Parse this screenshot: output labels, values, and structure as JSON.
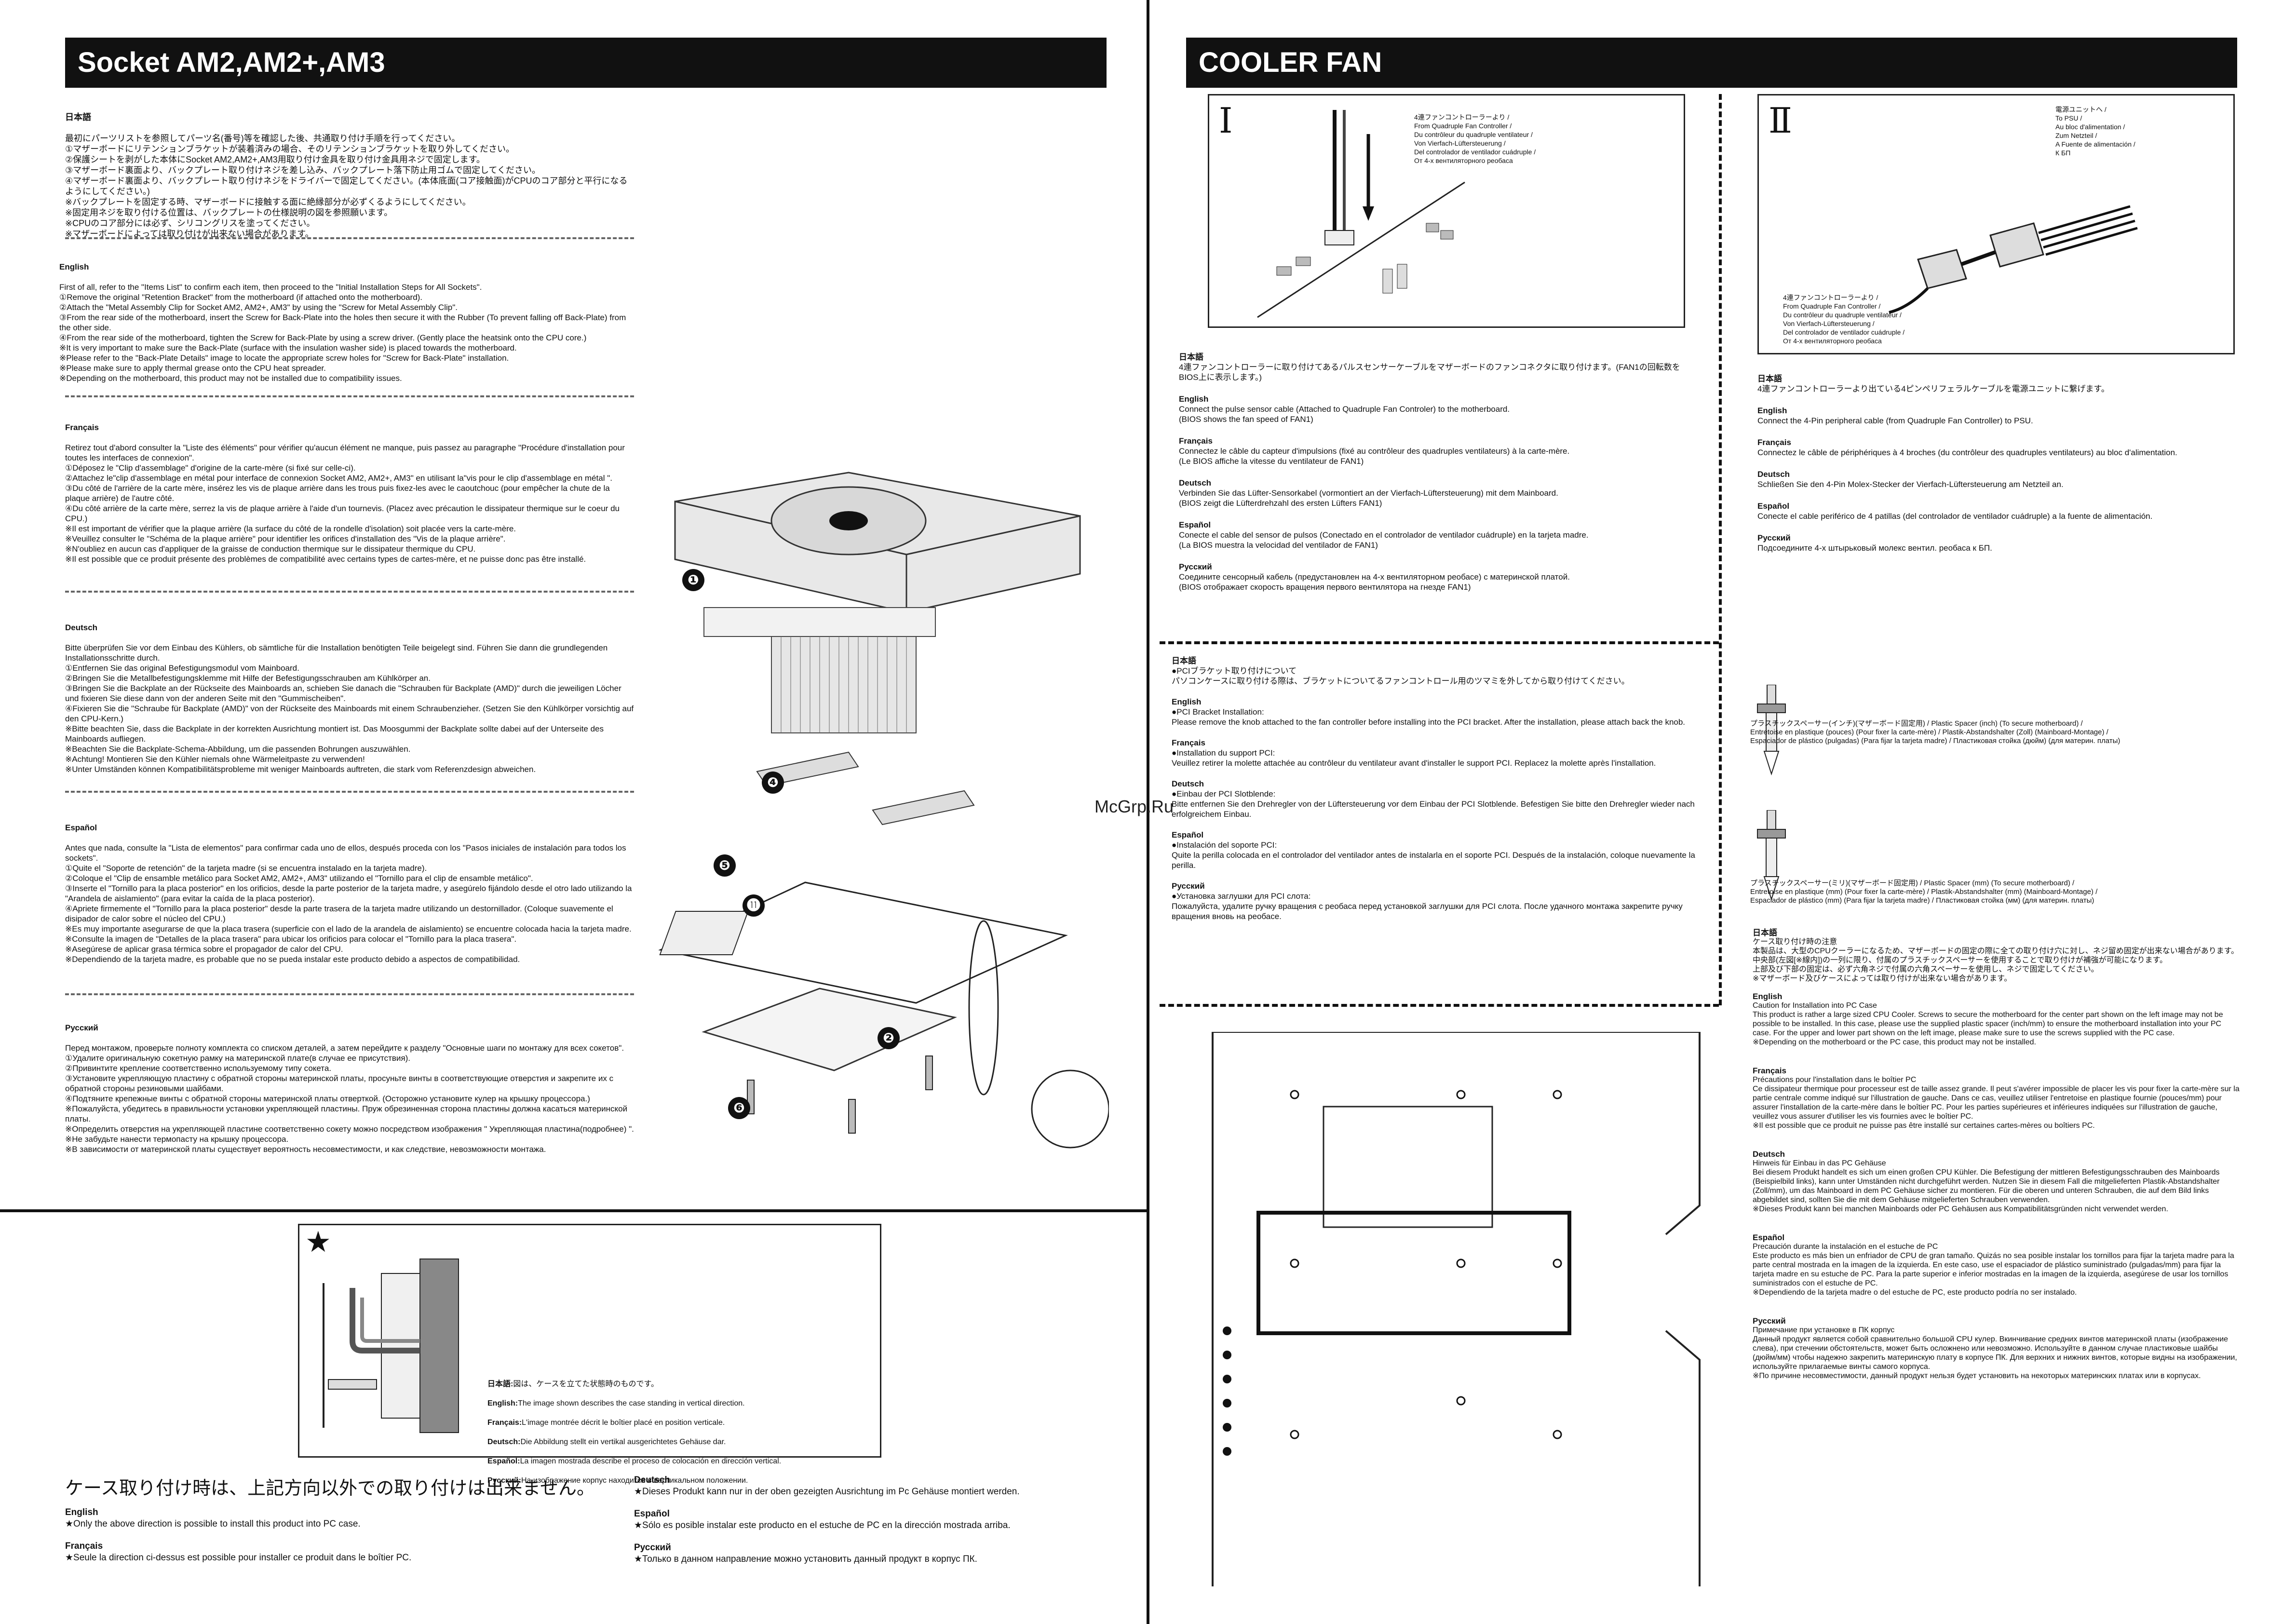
{
  "left": {
    "title": "Socket AM2,AM2+,AM3",
    "ja": {
      "head": "日本語",
      "body": "最初にパーツリストを参照してパーツ名(番号)等を確認した後、共通取り付け手順を行ってください。\n①マザーボードにリテンションブラケットが装着済みの場合、そのリテンションブラケットを取り外してください。\n②保護シートを剥がした本体にSocket AM2,AM2+,AM3用取り付け金具を取り付け金具用ネジで固定します。\n③マザーボード裏面より、バックプレート取り付けネジを差し込み、バックプレート落下防止用ゴムで固定してください。\n④マザーボード裏面より、バックプレート取り付けネジをドライバーで固定してください。(本体底面(コア接触面)がCPUのコア部分と平行になるようにしてください。)\n※バックプレートを固定する時、マザーボードに接触する面に絶縁部分が必ずくるようにしてください。\n※固定用ネジを取り付ける位置は、バックプレートの仕様説明の図を参照願います。\n※CPUのコア部分には必ず、シリコングリスを塗ってください。\n※マザーボードによっては取り付けが出来ない場合があります。"
    },
    "en": {
      "head": "English",
      "body": "First of all, refer to the \"Items List\" to confirm each item, then proceed to the \"Initial Installation Steps for All Sockets\".\n①Remove the original \"Retention Bracket\" from the motherboard (if attached onto the motherboard).\n②Attach the \"Metal Assembly Clip for Socket AM2, AM2+, AM3\" by using the \"Screw for Metal Assembly Clip\".\n③From the rear side of the motherboard, insert the Screw for Back-Plate into the holes then secure it with the Rubber (To prevent falling off Back-Plate) from the other side.\n④From the rear side of the motherboard, tighten the Screw for Back-Plate by using a screw driver. (Gently place the heatsink onto the CPU core.)\n※It is very important to make sure the Back-Plate (surface with the insulation washer side) is placed towards the motherboard.\n※Please refer to the \"Back-Plate Details\" image to locate the appropriate screw holes for \"Screw for Back-Plate\" installation.\n※Please make sure to apply thermal grease onto the CPU heat spreader.\n※Depending on the motherboard, this product may not be installed due to compatibility issues."
    },
    "fr": {
      "head": "Français",
      "body": "Retirez tout d'abord consulter la \"Liste des éléments\" pour vérifier qu'aucun élément ne manque, puis passez au paragraphe \"Procédure d'installation pour toutes les interfaces de connexion\".\n①Déposez le \"Clip d'assemblage\" d'origine de la carte-mère (si fixé sur celle-ci).\n②Attachez le\"clip d'assemblage en métal pour interface de connexion Socket AM2, AM2+, AM3\" en utilisant la\"vis pour le clip d'assemblage en métal \".\n③Du côté de l'arrière de la carte mère, insérez les vis de plaque arrière dans les trous puis fixez-les avec le caoutchouc (pour empêcher la chute de la plaque arrière) de l'autre côté.\n④Du côté arrière de la carte mère, serrez la vis de plaque arrière à l'aide d'un tournevis. (Placez avec précaution le dissipateur thermique sur le coeur du CPU.)\n※Il est important de vérifier que la plaque arrière (la surface du côté de la rondelle d'isolation) soit placée vers la carte-mère.\n※Veuillez consulter le \"Schéma de la plaque arrière\" pour identifier les orifices d'installation des \"Vis de la plaque arrière\".\n※N'oubliez en aucun cas d'appliquer de la graisse de conduction thermique sur le dissipateur thermique du CPU.\n※Il est possible que ce produit présente des problèmes de compatibilité avec certains types de cartes-mère, et ne puisse donc pas être installé."
    },
    "de": {
      "head": "Deutsch",
      "body": "Bitte überprüfen Sie vor dem Einbau des Kühlers, ob sämtliche für die Installation benötigten Teile beigelegt sind. Führen Sie dann die grundlegenden Installationsschritte durch.\n①Entfernen Sie das original Befestigungsmodul vom Mainboard.\n②Bringen Sie die Metallbefestigungsklemme mit Hilfe der Befestigungsschrauben am Kühlkörper an.\n③Bringen Sie die Backplate an der Rückseite des Mainboards an, schieben Sie danach die \"Schrauben für Backplate (AMD)\" durch die jeweiligen Löcher und fixieren Sie diese dann von der anderen Seite mit den \"Gummischeiben\".\n④Fixieren Sie die \"Schraube für Backplate (AMD)\" von der Rückseite des Mainboards mit einem Schraubenzieher. (Setzen Sie den Kühlkörper vorsichtig auf den CPU-Kern.)\n※Bitte beachten Sie, dass die Backplate in der korrekten Ausrichtung montiert ist. Das Moosgummi der Backplate sollte dabei auf der Unterseite des Mainboards aufliegen.\n※Beachten Sie die Backplate-Schema-Abbildung, um die passenden Bohrungen auszuwählen.\n※Achtung! Montieren Sie den Kühler niemals ohne Wärmeleitpaste zu verwenden!\n※Unter Umständen können Kompatibilitätsprobleme mit weniger Mainboards auftreten, die stark vom Referenzdesign abweichen."
    },
    "es": {
      "head": "Español",
      "body": "Antes que nada, consulte la \"Lista de elementos\" para confirmar cada uno de ellos, después proceda con los \"Pasos iniciales de instalación para todos los sockets\".\n①Quite el \"Soporte de retención\" de la tarjeta madre (si se encuentra instalado en la tarjeta madre).\n②Coloque el \"Clip de ensamble metálico para Socket AM2, AM2+, AM3\" utilizando el \"Tornillo para el clip de ensamble metálico\".\n③Inserte el \"Tornillo para la placa posterior\" en los orificios, desde la parte posterior de la tarjeta madre, y asegúrelo fijándolo desde el otro lado utilizando la \"Arandela de aislamiento\" (para evitar la caída de la placa posterior).\n④Apriete firmemente el \"Tornillo para la placa posterior\" desde la parte trasera de la tarjeta madre utilizando un destornillador. (Coloque suavemente el disipador de calor sobre el núcleo del CPU.)\n※Es muy importante asegurarse de que la placa trasera (superficie con el lado de la arandela de aislamiento) se encuentre colocada hacia la tarjeta madre.\n※Consulte la imagen de \"Detalles de la placa trasera\" para ubicar los orificios para colocar el \"Tornillo para la placa trasera\".\n※Asegúrese de aplicar grasa térmica sobre el propagador de calor del CPU.\n※Dependiendo de la tarjeta madre, es probable que no se pueda instalar este producto debido a aspectos de compatibilidad."
    },
    "ru": {
      "head": "Русский",
      "body": "Перед монтажом, проверьте полноту комплекта со списком деталей, а затем перейдите к разделу \"Основные шаги по монтажу для всех сокетов\".\n①Удалите оригинальную сокетную рамку на материнской плате(в случае ее присутствия).\n②Привинтите крепление соответственно используемому типу сокета.\n③Установите укрепляющую пластину с обратной стороны материнской платы, просуньте винты в соответствующие отверстия и закрепите их с обратной стороны резиновыми шайбами.\n④Подтяните крепежные винты с обратной стороны материнской платы отверткой. (Осторожно установите кулер на крышку процессора.)\n※Пожалуйста, убедитесь в правильности установки укрепляющей пластины. Пруж обрезиненная сторона пластины должна касаться материнской платы.\n※Определить отверстия на укрепляющей пластине соответственно сокету можно посредством изображения \" Укрепляющая пластина(подробнее) \".\n※Не забудьте нанести термопасту на крышку процессора.\n※В зависимости от материнской платы существует вероятность несовместимости, и как следствие, невозможности монтажа."
    }
  },
  "diagram_labels": [
    "❶",
    "❹",
    "❺",
    "⓫",
    "❷",
    "❻"
  ],
  "star": {
    "symbol": "★",
    "desc": [
      {
        "lang": "日本語:",
        "text": "図は、ケースを立てた状態時のものです。"
      },
      {
        "lang": "English:",
        "text": "The image shown describes the case standing in vertical direction."
      },
      {
        "lang": "Français:",
        "text": "L'image montrée décrit le boîtier placé en position verticale."
      },
      {
        "lang": "Deutsch:",
        "text": "Die Abbildung stellt ein vertikal ausgerichtetes Gehäuse dar."
      },
      {
        "lang": "Español:",
        "text": "La imagen mostrada describe el proceso de colocación en dirección vertical."
      },
      {
        "lang": "Русский:",
        "text": "На изображение корпус находится в вертикальном положении."
      }
    ],
    "heading": "ケース取り付け時は、上記方向以外での取り付けは出来ません。",
    "en_head": "English",
    "en": "★Only the above direction is possible to install this product into PC case.",
    "fr_head": "Français",
    "fr": "★Seule la direction ci-dessus est possible pour installer ce produit dans le boîtier PC.",
    "de_head": "Deutsch",
    "de": "★Dieses Produkt kann nur in der oben gezeigten Ausrichtung im Pc Gehäuse montiert werden.",
    "es_head": "Español",
    "es": "★Sólo es posible instalar este producto en el estuche de PC en la dirección mostrada arriba.",
    "ru_head": "Русский",
    "ru": "★Только в данном направление можно установить данный продукт в корпус ПК."
  },
  "right": {
    "title": "COOLER FAN",
    "fig1": {
      "roman": "Ⅰ",
      "label": "4連ファンコントローラーより /\nFrom Quadruple Fan Controller /\nDu contrôleur du quadruple ventilateur /\nVon Vierfach-Lüftersteuerung /\nDel controlador de ventilador cuádruple /\nОт 4-х вентиляторного реобаса"
    },
    "fig2": {
      "roman": "Ⅱ",
      "label_top": "電源ユニットへ /\nTo PSU /\nAu bloc d'alimentation /\nZum Netzteil /\nA Fuente de alimentación /\nК БП",
      "label_bottom": "4連ファンコントローラーより /\nFrom Quadruple Fan Controller /\nDu contrôleur du quadruple ventilateur /\nVon Vierfach-Lüftersteuerung /\nDel controlador de ventilador cuádruple /\nОт 4-х вентиляторного реобаса"
    },
    "fan1": [
      {
        "head": "日本語",
        "body": "4連ファンコントローラーに取り付けてあるパルスセンサーケーブルをマザーボードのファンコネクタに取り付けます。(FAN1の回転数をBIOS上に表示します。)"
      },
      {
        "head": "English",
        "body": "Connect the pulse sensor cable (Attached to Quadruple Fan Controler) to the motherboard.\n(BIOS shows the fan speed of FAN1)"
      },
      {
        "head": "Français",
        "body": "Connectez le câble du capteur d'impulsions (fixé au contrôleur des quadruples ventilateurs) à la carte-mère.\n(Le BIOS affiche la vitesse du ventilateur de FAN1)"
      },
      {
        "head": "Deutsch",
        "body": "Verbinden Sie das Lüfter-Sensorkabel (vormontiert an der Vierfach-Lüftersteuerung) mit dem Mainboard.\n(BIOS zeigt die Lüfterdrehzahl des ersten Lüfters FAN1)"
      },
      {
        "head": "Español",
        "body": "Conecte el cable del sensor de pulsos (Conectado en el controlador de ventilador cuádruple) en la tarjeta madre.\n(La BIOS muestra la velocidad del ventilador de FAN1)"
      },
      {
        "head": "Русский",
        "body": "Соедините сенсорный кабель (предустановлен на 4-х вентиляторном реобасе) с материнской платой.\n(BIOS отображает скорость вращения первого вентилятора на гнезде FAN1)"
      }
    ],
    "fan2": [
      {
        "head": "日本語",
        "body": "4連ファンコントローラーより出ている4ピンペリフェラルケーブルを電源ユニットに繋げます。"
      },
      {
        "head": "English",
        "body": "Connect the 4-Pin peripheral cable (from Quadruple Fan Controller) to PSU."
      },
      {
        "head": "Français",
        "body": "Connectez le câble de périphériques à 4 broches (du contrôleur des quadruples ventilateurs) au bloc d'alimentation."
      },
      {
        "head": "Deutsch",
        "body": "Schließen Sie den 4-Pin Molex-Stecker der Vierfach-Lüftersteuerung am Netzteil an."
      },
      {
        "head": "Español",
        "body": "Conecte el cable periférico de 4 patillas (del controlador de ventilador cuádruple) a la fuente de alimentación."
      },
      {
        "head": "Русский",
        "body": "Подсоедините 4-х штырьковый молекс вентил. реобаса к БП."
      }
    ],
    "pci": [
      {
        "head": "日本語",
        "body": "●PCIブラケット取り付けについて\nパソコンケースに取り付ける際は、ブラケットについてるファンコントロール用のツマミを外してから取り付けてください。"
      },
      {
        "head": "English",
        "body": "●PCI Bracket Installation:\nPlease remove the knob attached to the fan controller before installing into the PCI bracket.  After the installation, please attach back the knob."
      },
      {
        "head": "Français",
        "body": "●Installation du support PCI:\nVeuillez retirer la molette attachée au contrôleur du ventilateur avant d'installer le support PCI. Replacez la molette après l'installation."
      },
      {
        "head": "Deutsch",
        "body": "●Einbau der PCI Slotblende:\nBitte entfernen Sie den Drehregler von der Lüftersteuerung vor dem Einbau der PCI Slotblende. Befestigen Sie bitte den Drehregler wieder nach erfolgreichem Einbau."
      },
      {
        "head": "Español",
        "body": "●Instalación del soporte PCI:\nQuite la perilla colocada en el controlador del ventilador antes de instalarla en el soporte PCI. Después de la instalación, coloque nuevamente la perilla."
      },
      {
        "head": "Русский",
        "body": "●Установка заглушки для PCI слота:\nПожалуйста, удалите ручку вращения с реобаса перед установкой заглушки для PCI слота. После удачного монтажа закрепите ручку вращения вновь на реобасе."
      }
    ],
    "spacer1": "プラスチックスペーサー(インチ)(マザーボード固定用) / Plastic Spacer (inch) (To secure motherboard) /\nEntretoise en plastique (pouces) (Pour fixer la carte-mère) / Plastik-Abstandshalter (Zoll) (Mainboard-Montage) /\nEspaciador de plástico (pulgadas) (Para fijar la tarjeta madre) / Пластиковая стойка (дюйм) (для материн. платы)",
    "spacer2": "プラスチックスペーサー(ミリ)(マザーボード固定用) / Plastic Spacer (mm) (To secure motherboard) /\nEntretoise en plastique (mm) (Pour fixer la carte-mère) / Plastik-Abstandshalter (mm) (Mainboard-Montage) /\nEspaciador de plástico (mm) (Para fijar la tarjeta madre) / Пластиковая стойка (мм) (для материн. платы)",
    "watermark": "McGrp.Ru",
    "case": [
      {
        "lang": "日本語",
        "title": "ケース取り付け時の注意",
        "body": "本製品は、大型のCPUクーラーになるため、マザーボードの固定の際に全ての取り付け穴に対し、ネジ留め固定が出来ない場合があります。中央部(左図[※線内])の一列に限り、付属のプラスチックスペーサーを使用することで取り付けが補強が可能になります。\n上部及び下部の固定は、必ず六角ネジで付属の六角スペーサーを使用し、ネジで固定してください。\n※マザーボード及びケースによっては取り付けが出来ない場合があります。"
      },
      {
        "lang": "English",
        "title": "Caution for Installation into PC Case",
        "body": "This product is rather a large sized CPU Cooler.  Screws to secure the motherboard for the center part shown on the left image may not be possible to be installed.  In this case, please use the supplied plastic spacer (inch/mm) to ensure the motherboard installation into your PC case.  For the upper and lower part shown on the left image, please make sure to use the screws supplied with the PC case.\n※Depending on the motherboard or the PC case, this product may not be installed."
      },
      {
        "lang": "Français",
        "title": "Précautions pour l'installation dans le boîtier PC",
        "body": "Ce dissipateur thermique pour processeur est de taille assez grande. Il peut s'avérer impossible de placer les vis pour fixer la carte-mère sur la partie centrale comme indiqué sur l'illustration de gauche. Dans ce cas, veuillez utiliser l'entretoise en plastique fournie (pouces/mm) pour assurer l'installation de la carte-mère dans le boîtier PC. Pour les parties supérieures et inférieures indiquées sur l'illustration de gauche, veuillez vous assurer d'utiliser les vis fournies avec le boîtier PC.\n※Il est possible que ce produit ne puisse pas être installé sur certaines cartes-mères ou boîtiers PC."
      },
      {
        "lang": "Deutsch",
        "title": "Hinweis für Einbau in das PC Gehäuse",
        "body": "Bei diesem Produkt handelt es sich um einen großen CPU Kühler. Die Befestigung der mittleren Befestigungsschrauben des Mainboards (Beispielbild links), kann unter Umständen nicht durchgeführt werden. Nutzen Sie in diesem Fall die mitgelieferten Plastik-Abstandshalter (Zoll/mm), um das Mainboard in dem PC Gehäuse sicher zu montieren. Für die oberen und unteren Schrauben, die auf dem Bild links abgebildet sind, sollten Sie die mit dem Gehäuse mitgelieferten Schrauben verwenden.\n※Dieses Produkt kann bei manchen Mainboards oder PC Gehäusen aus Kompatibilitätsgründen nicht verwendet werden."
      },
      {
        "lang": "Español",
        "title": "Precaución durante la instalación en el estuche de PC",
        "body": "Este producto es más bien un enfriador de CPU de gran tamaño. Quizás no sea posible instalar los tornillos para fijar la tarjeta madre para la parte central mostrada en la imagen de la izquierda. En este caso, use el espaciador de plástico suministrado (pulgadas/mm) para fijar la tarjeta madre en su estuche de PC. Para la parte superior e inferior mostradas en la imagen de la izquierda, asegúrese de usar los tornillos suministrados con el estuche de PC.\n※Dependiendo de la tarjeta madre o del estuche de PC, este producto podría no ser instalado."
      },
      {
        "lang": "Русский",
        "title": "Примечание при установке в ПК корпус",
        "body": "Данный продукт является собой сравнительно большой CPU кулер. Вкинчивание средних винтов материнской платы (изображение слева), при стечении обстоятельств, может быть осложнено или невозможно. Используйте в данном случае пластиковые шайбы (дюйм/мм) чтобы надежно закрепить материнскую плату в корпусе ПК. Для верхних и нижних винтов, которые видны на изображении, используйте прилагаемые винты самого корпуса.\n※По причине несовместимости, данный продукт нельзя будет установить на некоторых материнских платах или в корпусах."
      }
    ]
  }
}
